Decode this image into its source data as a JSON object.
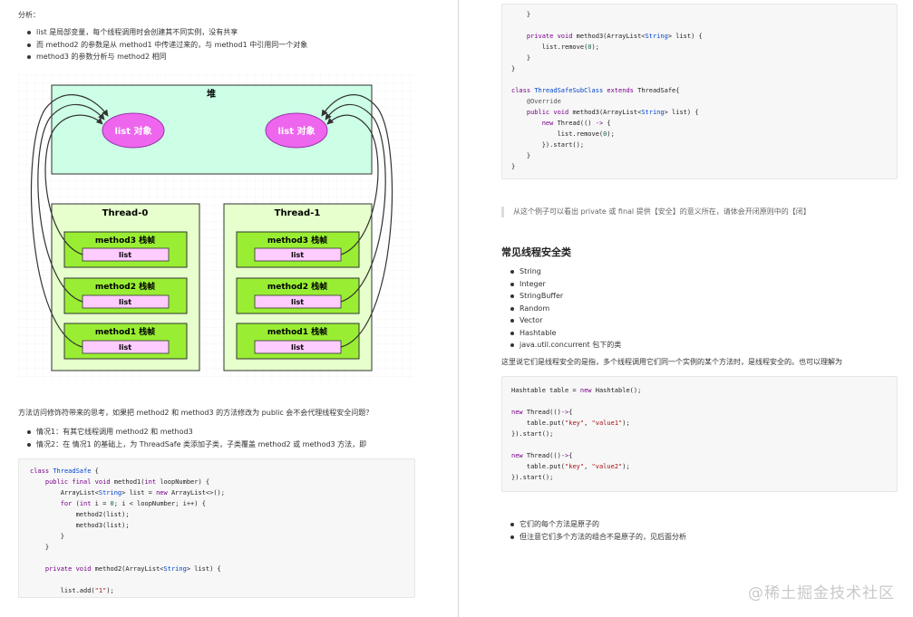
{
  "left": {
    "heading": "分析：",
    "bullets1": [
      "list 是局部变量，每个线程调用时会创建其不同实例，没有共享",
      "而 method2 的参数是从 method1 中传递过来的，与 method1 中引用同一个对象",
      "method3 的参数分析与 method2 相同"
    ],
    "diagram": {
      "heap_title": "堆",
      "heap_objects": [
        "list 对象",
        "list 对象"
      ],
      "threads": [
        {
          "name": "Thread-0",
          "frames": [
            {
              "title": "method3 栈帧",
              "var": "list"
            },
            {
              "title": "method2 栈帧",
              "var": "list"
            },
            {
              "title": "method1 栈帧",
              "var": "list"
            }
          ]
        },
        {
          "name": "Thread-1",
          "frames": [
            {
              "title": "method3 栈帧",
              "var": "list"
            },
            {
              "title": "method2 栈帧",
              "var": "list"
            },
            {
              "title": "method1 栈帧",
              "var": "list"
            }
          ]
        }
      ]
    },
    "paragraph": "方法访问修饰符带来的思考，如果把 method2 和 method3 的方法修改为 public 会不会代理线程安全问题？",
    "bullets2": [
      "情况1：有其它线程调用 method2 和 method3",
      "情况2：在 情况1 的基础上，为 ThreadSafe 类添加子类，子类覆盖 method2 或 method3 方法，即"
    ],
    "code_lines": [
      "class ThreadSafe {",
      "    public final void method1(int loopNumber) {",
      "        ArrayList<String> list = new ArrayList<>();",
      "        for (int i = 0; i < loopNumber; i++) {",
      "            method2(list);",
      "            method3(list);",
      "        }",
      "    }",
      "",
      "    private void method2(ArrayList<String> list) {",
      "",
      "        list.add(\"1\");"
    ]
  },
  "right": {
    "code1_lines": [
      "    }",
      "",
      "    private void method3(ArrayList<String> list) {",
      "        list.remove(0);",
      "    }",
      "}",
      "",
      "class ThreadSafeSubClass extends ThreadSafe{",
      "    @Override",
      "    public void method3(ArrayList<String> list) {",
      "        new Thread(() -> {",
      "            list.remove(0);",
      "        }).start();",
      "    }",
      "}"
    ],
    "quote": "从这个例子可以看出 private 或 final 提供【安全】的意义所在，请体会开闭原则中的【闭】",
    "section_title": "常见线程安全类",
    "classes": [
      "String",
      "Integer",
      "StringBuffer",
      "Random",
      "Vector",
      "Hashtable",
      "java.util.concurrent 包下的类"
    ],
    "explain": "这里说它们是线程安全的是指，多个线程调用它们同一个实例的某个方法时，是线程安全的。也可以理解为",
    "code2_lines": [
      "Hashtable table = new Hashtable();",
      "",
      "new Thread(()->{",
      "    table.put(\"key\", \"value1\");",
      "}).start();",
      "",
      "new Thread(()->{",
      "    table.put(\"key\", \"value2\");",
      "}).start();"
    ],
    "notes": [
      "它们的每个方法是原子的",
      "但注意它们多个方法的组合不是原子的，见后面分析"
    ],
    "watermark": "@稀土掘金技术社区"
  },
  "colors": {
    "heap_fill": "#ccffe6",
    "thread_fill": "#e6ffcc",
    "frame_fill": "#99ee33",
    "var_fill": "#ffccff",
    "object_fill": "#ee66ee",
    "stroke": "#333333"
  }
}
